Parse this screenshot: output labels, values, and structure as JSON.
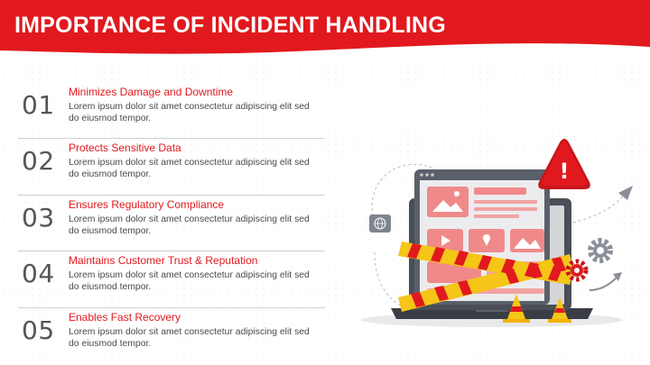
{
  "header": {
    "title": "IMPORTANCE OF INCIDENT HANDLING",
    "bg_color": "#e1191e"
  },
  "items": [
    {
      "number": "01",
      "title": "Minimizes Damage and Downtime",
      "desc": "Lorem ipsum dolor sit amet consectetur adipiscing elit sed do eiusmod tempor."
    },
    {
      "number": "02",
      "title": "Protects Sensitive Data",
      "desc": "Lorem ipsum dolor sit amet consectetur adipiscing elit sed do eiusmod tempor."
    },
    {
      "number": "03",
      "title": "Ensures Regulatory Compliance",
      "desc": "Lorem ipsum dolor sit amet consectetur adipiscing elit sed do eiusmod tempor."
    },
    {
      "number": "04",
      "title": "Maintains Customer Trust & Reputation",
      "desc": "Lorem ipsum dolor sit amet consectetur adipiscing elit sed do eiusmod tempor."
    },
    {
      "number": "05",
      "title": "Enables Fast Recovery",
      "desc": "Lorem ipsum dolor sit amet consectetur adipiscing elit sed do eiusmod tempor."
    }
  ],
  "illustration": {
    "warning_symbol": "!",
    "icons": [
      "laptop-icon",
      "warning-icon",
      "gear-icon",
      "globe-icon",
      "arrow-icon",
      "caution-tape-icon",
      "traffic-cone-icon"
    ],
    "accent_color": "#e1191e",
    "tape_color": "#f5c518"
  }
}
